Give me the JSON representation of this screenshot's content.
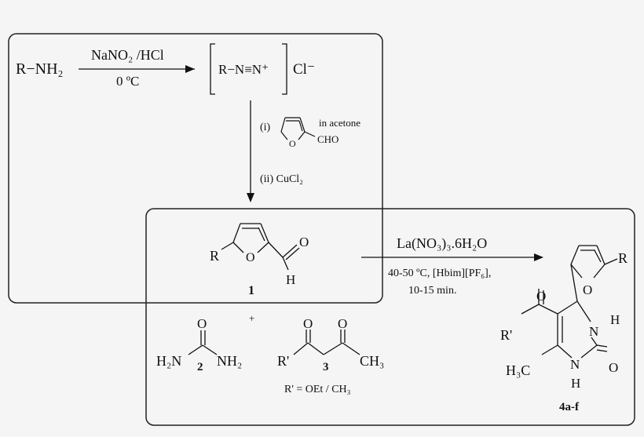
{
  "step1": {
    "reactant": "R−NH₂",
    "reagent_top": "NaNO₂ /HCl",
    "reagent_bottom": "0 ºC",
    "diazonium": "R−N≡N⁺",
    "counterion": "Cl⁻"
  },
  "step2": {
    "cond_i_label": "(i)",
    "cond_i_solvent": "in acetone",
    "cond_i_cho": "CHO",
    "cond_i_ring_o": "O",
    "cond_ii": "(ii)  CuCl₂"
  },
  "compound1": {
    "r_label": "R",
    "ring_o": "O",
    "carbonyl_o": "O",
    "aldehyde_h": "H",
    "id": "1"
  },
  "plus": "+",
  "urea": {
    "o": "O",
    "left": "H₂N",
    "right": "NH₂",
    "id": "2"
  },
  "compound3": {
    "o1": "O",
    "o2": "O",
    "left": "R'",
    "right": "CH₃",
    "id": "3",
    "rprime": "R' = OEt / CH₃"
  },
  "step3": {
    "reagent": "La(NO₃)₃.6H₂O",
    "cond1": "40-50 ºC,  [Hbim][PF₆],",
    "cond2": "10-15 min."
  },
  "product": {
    "r": "R",
    "furan_o": "O",
    "keto_o": "O",
    "rprime": "R'",
    "n_top": "N",
    "h_top": "H",
    "n_bottom": "N",
    "h_bottom": "H",
    "c2_o": "O",
    "methyl": "H₃C",
    "id": "4a-f"
  }
}
